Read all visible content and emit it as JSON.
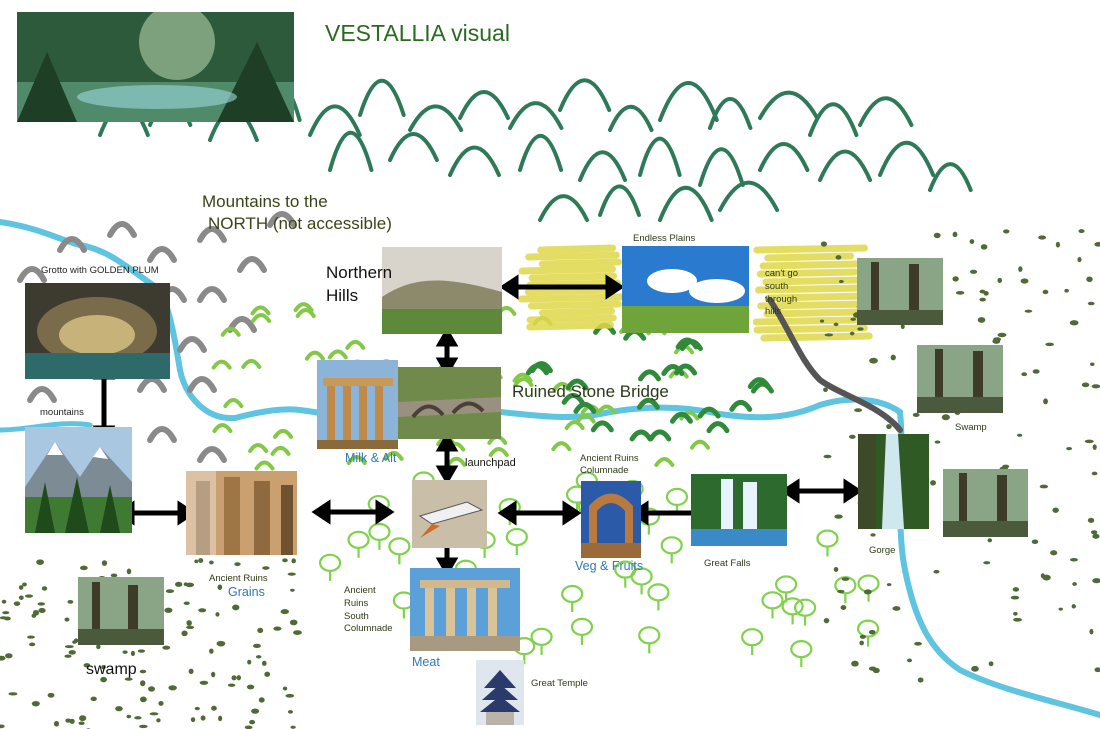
{
  "title": "VESTALLIA visual",
  "regions": {
    "north_line1": "Mountains to the",
    "north_line2": "NORTH (not accessible)",
    "northern_hills_line1": "Northern",
    "northern_hills_line2": "Hills",
    "ruined_bridge": "Ruined Stone Bridge"
  },
  "labels": {
    "grotto": "Grotto with GOLDEN PLUM",
    "mountains": "mountains",
    "swamp_left": "swamp",
    "ancient_ruins_grains": "Ancient Ruins",
    "grains": "Grains",
    "south_colonnade_1": "Ancient",
    "south_colonnade_2": "Ruins",
    "south_colonnade_3": "South",
    "south_colonnade_4": "Columnade",
    "milk_alt": "Milk & Alt",
    "launchpad": "launchpad",
    "meat": "Meat",
    "great_temple": "Great Temple",
    "ruins_colonnade_1": "Ancient Ruins",
    "ruins_colonnade_2": "Columnade",
    "veg_fruits": "Veg & Fruits",
    "great_falls": "Great Falls",
    "gorge": "Gorge",
    "swamp_right": "Swamp",
    "endless_plains": "Endless Plains",
    "cant_go_1": "can't go",
    "cant_go_2": "south",
    "cant_go_3": "through",
    "cant_go_4": "hills"
  },
  "colors": {
    "river": "#5ec4e0",
    "title": "#2a6a21",
    "place_label": "#2f79b6",
    "mountain_dark": "#2e7a58",
    "mountain_grey": "#8a8a8a",
    "hill_green": "#84c848",
    "plains_yellow": "#e0d84a",
    "swamp_dots": "#4f6a34",
    "arrow": "#000000"
  }
}
